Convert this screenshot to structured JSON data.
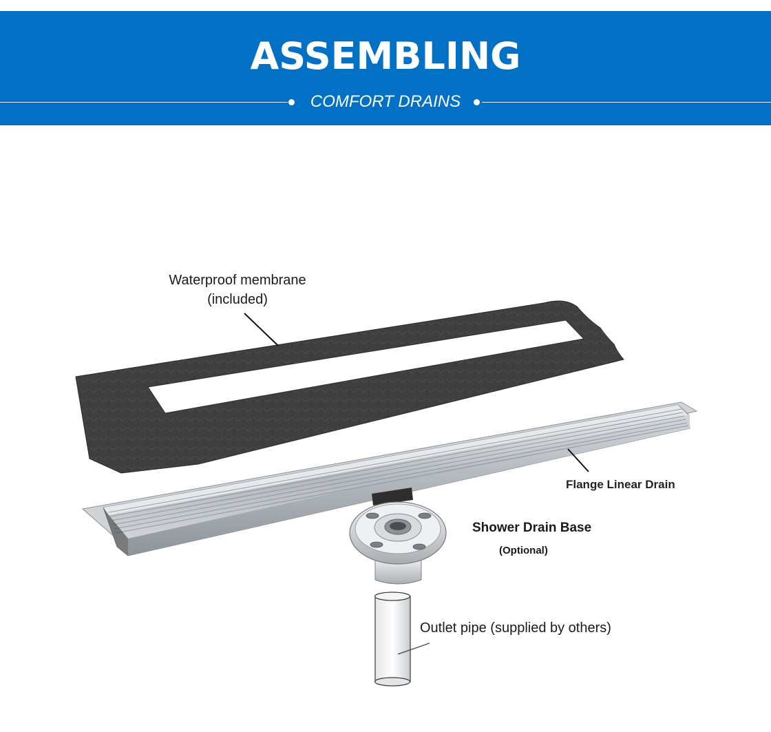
{
  "banner": {
    "title": "ASSEMBLING",
    "subtitle": "COMFORT DRAINS",
    "background_color": "#0170c5"
  },
  "diagram": {
    "labels": {
      "membrane_line1": "Waterproof membrane",
      "membrane_line2": "(included)",
      "flange_drain": "Flange Linear Drain",
      "drain_base": "Shower Drain Base",
      "drain_base_note": "(Optional)",
      "outlet_pipe": "Outlet pipe (supplied by others)"
    },
    "colors": {
      "membrane": "#3d3d3d",
      "steel": "#b9bdc2"
    }
  }
}
